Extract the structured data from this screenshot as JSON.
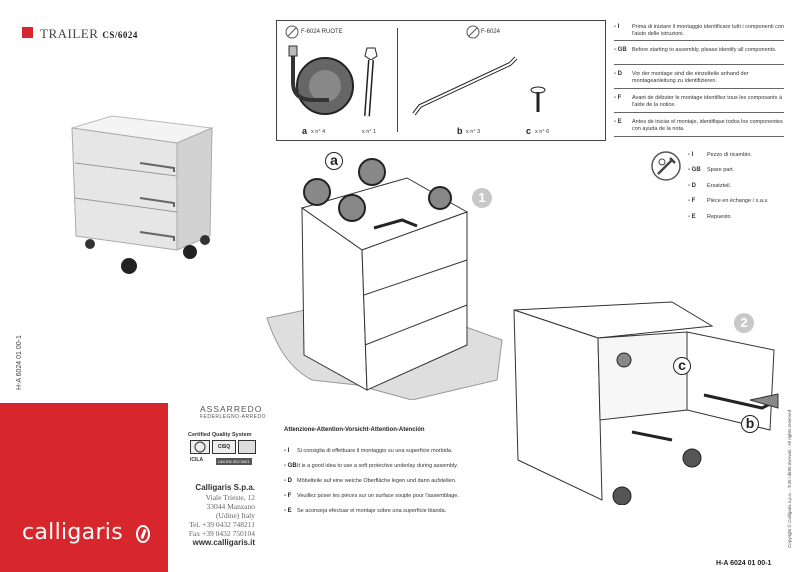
{
  "header": {
    "title": "TRAILER",
    "code": "CS/6024"
  },
  "side_code": "H-A 6024 01 00-1",
  "brand": {
    "logo_text": "calligaris"
  },
  "certification": {
    "assarredo_title": "ASSARREDO",
    "assarredo_sub": "FEDERLEGNO-ARREDO",
    "quality_title": "Certified Quality System",
    "logo1": "CISQ",
    "logo2": "ICILA",
    "logo3": "UNI EN ISO 9001"
  },
  "company": {
    "name": "Calligaris S.p.a.",
    "address1": "Viale Trieste, 12",
    "address2": "33044 Manzano",
    "address3": "(Udine) Italy",
    "tel": "Tel. +39 0432 748211",
    "fax": "Fax +39 0432 750104",
    "website": "www.calligaris.it"
  },
  "parts": {
    "wheels_code": "F-6024 RUOTE",
    "main_code": "F-6024",
    "a_label": "a",
    "a_qty": "x n° 4",
    "wrench_qty": "x n° 1",
    "b_label": "b",
    "b_qty": "x n° 3",
    "c_label": "c",
    "c_qty": "x n° 6"
  },
  "instructions_identify": [
    {
      "lang": "- I",
      "text": "Prima di iniziare il montaggio identificare tutti i componenti con l'aiuto delle istruzioni."
    },
    {
      "lang": "- GB",
      "text": "Before starting to assembly, please identify all components."
    },
    {
      "lang": "- D",
      "text": "Vor der montage  sind die einzelteile anhand der montageanleitung zu identifizieren."
    },
    {
      "lang": "- F",
      "text": "Avant de débuter le montage identifiez tous les composants à l'aide de la notice."
    },
    {
      "lang": "- E",
      "text": "Antes de iniciar el montaje, identifique todos los componentes con ayuda de la nota."
    }
  ],
  "spare_part": [
    {
      "lang": "- I",
      "text": "Pezzo di ricambio."
    },
    {
      "lang": "- GB",
      "text": "Spare part."
    },
    {
      "lang": "- D",
      "text": "Ersatzteil."
    },
    {
      "lang": "- F",
      "text": "Pièce en échange / s.a.v."
    },
    {
      "lang": "- E",
      "text": "Repuesto"
    }
  ],
  "attention": {
    "title": "Attenzione-Attention-Vorsicht-Attention-Atención",
    "items": [
      {
        "lang": "- I",
        "text": "Si consiglia di effettuare il montaggio su una superficie morbida."
      },
      {
        "lang": "- GB",
        "text": "It is a good idea to use a soft protective underlay during assembly."
      },
      {
        "lang": "- D",
        "text": "Möbelteile auf eine weiche Oberfläche legen und dann aufstellen."
      },
      {
        "lang": "- F",
        "text": "Veuillez poser les pièces sur un surface souple pour l'assemblage."
      },
      {
        "lang": "- E",
        "text": "Se aconseja efectuar el montaje sobre una superficie blanda."
      }
    ]
  },
  "steps": {
    "step1": "1",
    "step2": "2",
    "callout_a": "a",
    "callout_b": "b",
    "callout_c": "c"
  },
  "copyright": "Copyright © Calligaris s.p.a. - Tutti i diritti riservati - All rights reserved",
  "doc_code": "H-A 6024 01 00-1",
  "colors": {
    "brand_red": "#d7262c"
  }
}
